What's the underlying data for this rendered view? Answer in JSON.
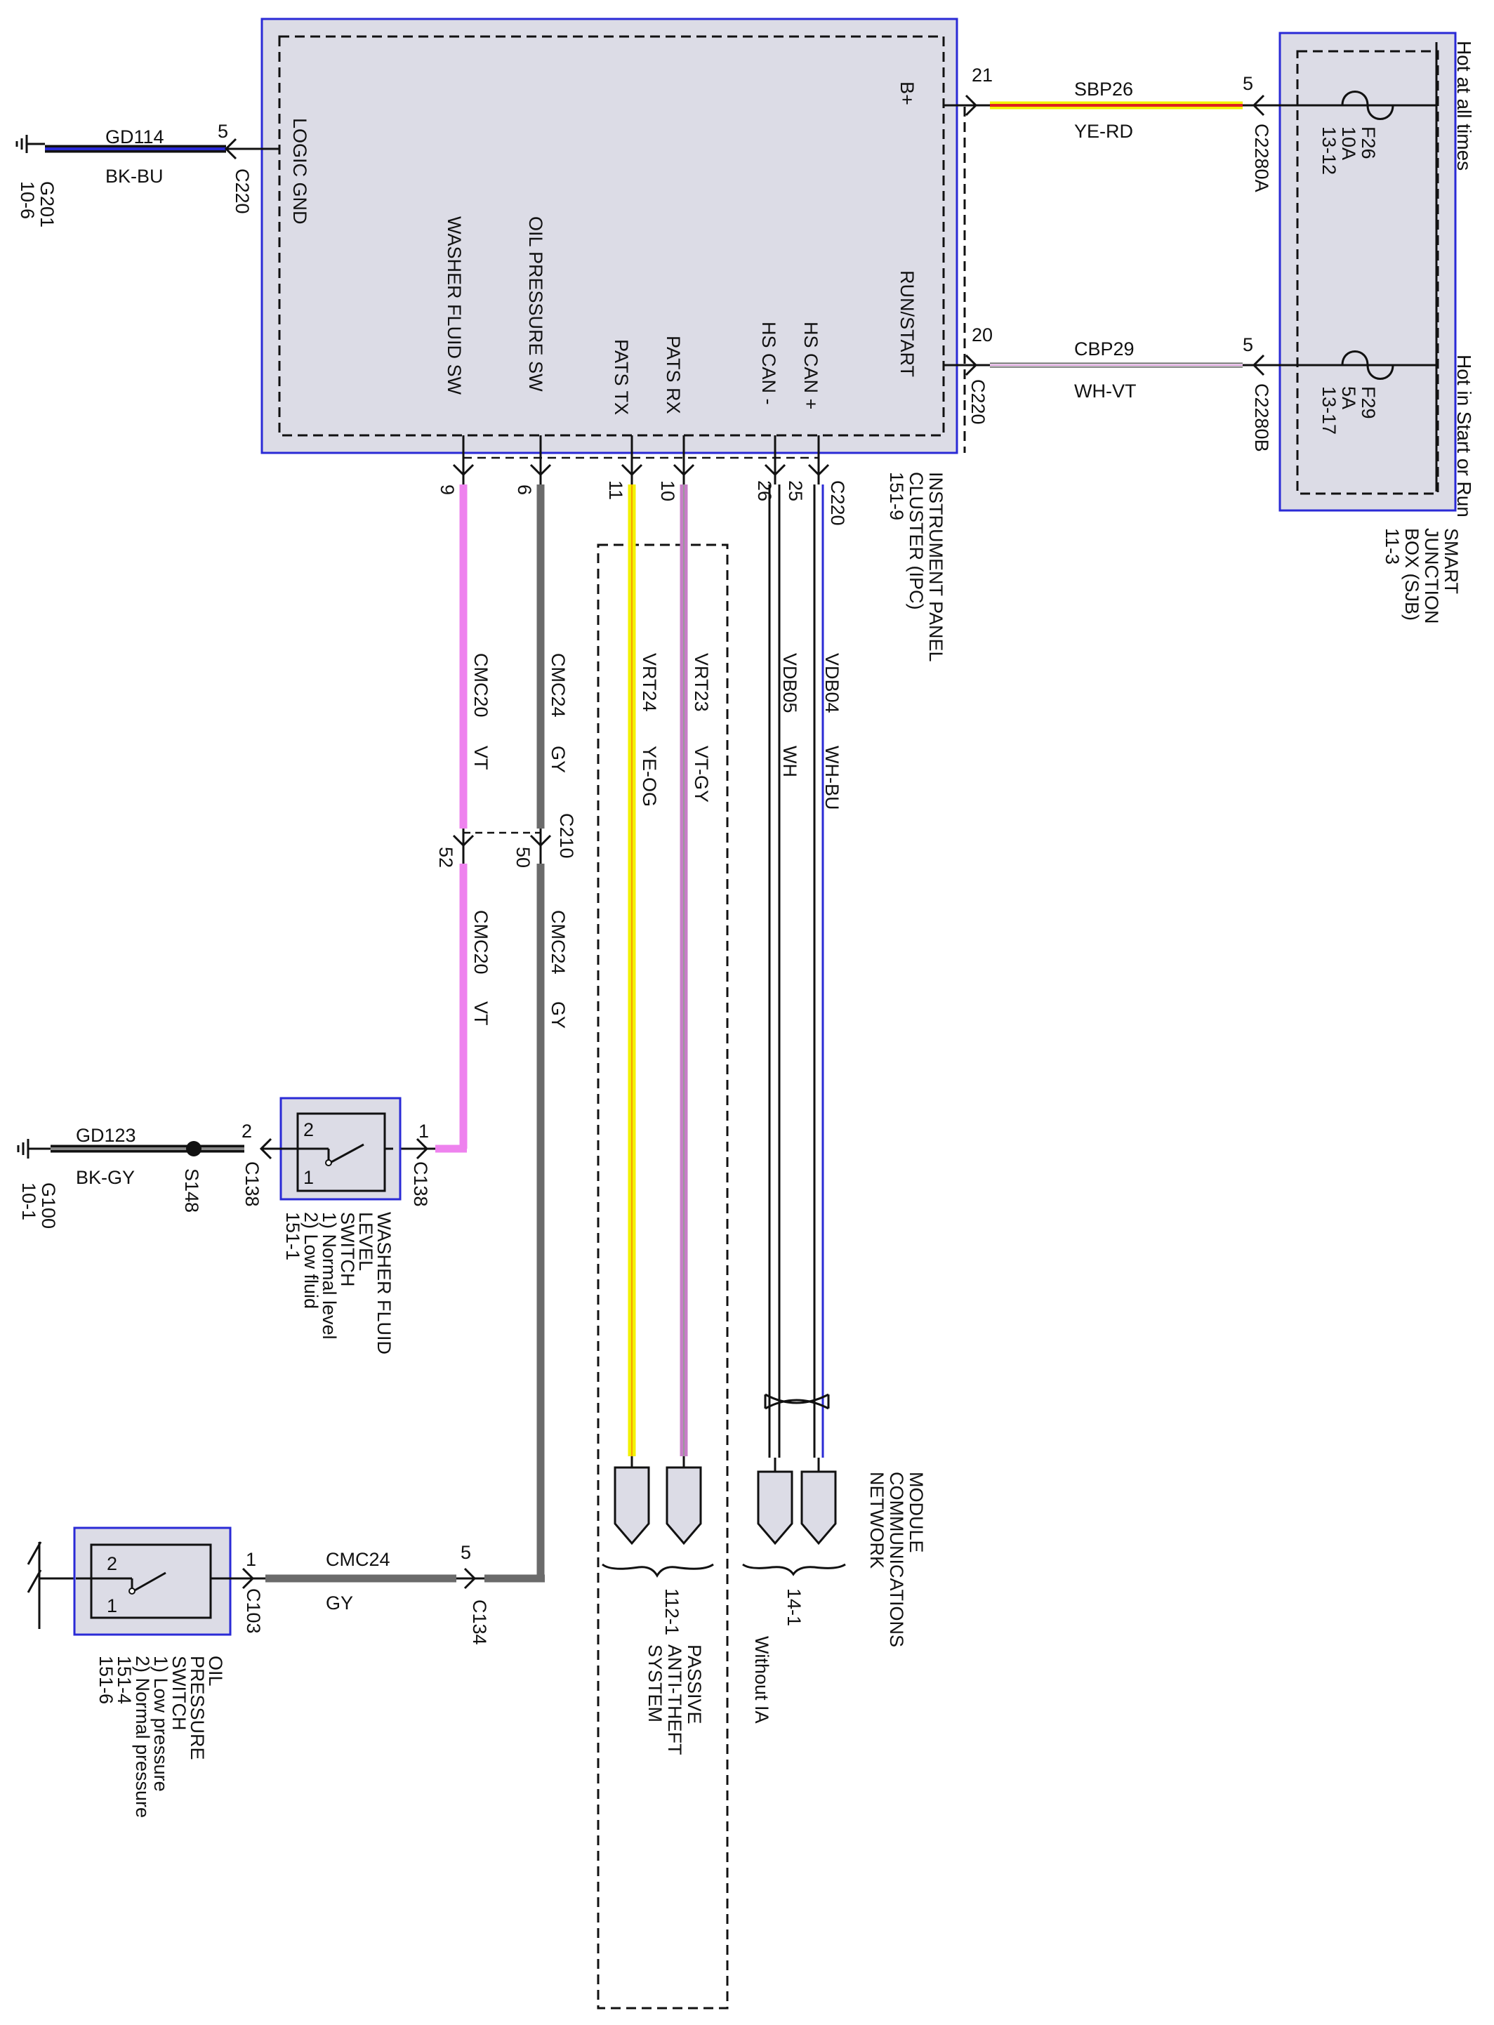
{
  "colors": {
    "module_border": "#2a2ad6",
    "module_fill": "#dcdce6",
    "wire_black": "#111111",
    "wire_pink": "#ee82ee",
    "wire_gray": "#6b6b6b",
    "wire_yellow": "#f2f200",
    "wire_violet": "#c77dc7",
    "wire_blue": "#2a2ad6",
    "wire_red": "#e02020",
    "wire_white": "#ffffff"
  },
  "ipc": {
    "name_lines": [
      "INSTRUMENT PANEL",
      "CLUSTER (IPC)",
      "151-9"
    ],
    "pins": {
      "logic_gnd": "LOGIC GND",
      "b_plus": "B+",
      "run_start": "RUN/START",
      "washer_fluid_sw": "WASHER FLUID SW",
      "oil_pressure_sw": "OIL PRESSURE SW",
      "pats_tx": "PATS TX",
      "pats_rx": "PATS RX",
      "hs_can_minus": "HS CAN -",
      "hs_can_plus": "HS CAN +"
    },
    "connector": "C220"
  },
  "sjb": {
    "name_lines": [
      "SMART",
      "JUNCTION",
      "BOX (SJB)",
      "11-3"
    ],
    "hot_always": "Hot at all times",
    "hot_run": "Hot in Start or Run",
    "fuse1": {
      "id": "F26",
      "rating": "10A",
      "ref": "13-12"
    },
    "fuse2": {
      "id": "F29",
      "rating": "5A",
      "ref": "13-17"
    }
  },
  "circuits": {
    "gd114": {
      "name": "GD114",
      "color": "BK-BU",
      "pin": "5",
      "connector": "C220",
      "ground": "G201",
      "ground_ref": "10-6"
    },
    "sbp26": {
      "name": "SBP26",
      "color": "YE-RD",
      "pin_ipc": "21",
      "pin_sjb": "5",
      "connector_sjb": "C2280A"
    },
    "cbp29": {
      "name": "CBP29",
      "color": "WH-VT",
      "pin_ipc": "20",
      "connector_ipc": "C220",
      "pin_sjb": "5",
      "connector_sjb": "C2280B"
    },
    "cmc20": {
      "name": "CMC20",
      "color": "VT",
      "pin_ipc": "9",
      "pin_c210": "52"
    },
    "cmc24": {
      "name": "CMC24",
      "color": "GY",
      "pin_ipc": "6",
      "pin_c210": "50",
      "c210": "C210",
      "pin_c134": "5",
      "c134": "C134"
    },
    "vrt24": {
      "name": "VRT24",
      "color": "YE-OG",
      "pin": "11"
    },
    "vrt23": {
      "name": "VRT23",
      "color": "VT-GY",
      "pin": "10"
    },
    "vdb05": {
      "name": "VDB05",
      "color": "WH",
      "pin": "26"
    },
    "vdb04": {
      "name": "VDB04",
      "color": "WH-BU",
      "pin": "25",
      "connector": "C220"
    },
    "gd123": {
      "name": "GD123",
      "color": "BK-GY",
      "splice": "S148",
      "ground": "G100",
      "ground_ref": "10-1"
    },
    "cmc24_oil": {
      "name": "CMC24",
      "color": "GY",
      "pin": "1",
      "connector": "C103"
    }
  },
  "washer_switch": {
    "pin_in": "1",
    "pin_out": "2",
    "connector": "C138",
    "pos1": "1",
    "pos2": "2",
    "name_lines": [
      "WASHER FLUID",
      "LEVEL",
      "SWITCH",
      "1) Normal level",
      "2) Low fluid",
      "151-1"
    ]
  },
  "oil_switch": {
    "pos1": "1",
    "pos2": "2",
    "name_lines": [
      "OIL",
      "PRESSURE",
      "SWITCH",
      "1) Low pressure",
      "2) Normal pressure",
      "151-4",
      "151-6"
    ]
  },
  "pats": {
    "ref": "112-1",
    "name_lines": [
      "PASSIVE",
      "ANTI-THEFT",
      "SYSTEM"
    ],
    "condition": "Without IA"
  },
  "network": {
    "ref": "14-1",
    "name_lines": [
      "MODULE",
      "COMMUNICATIONS",
      "NETWORK"
    ]
  }
}
